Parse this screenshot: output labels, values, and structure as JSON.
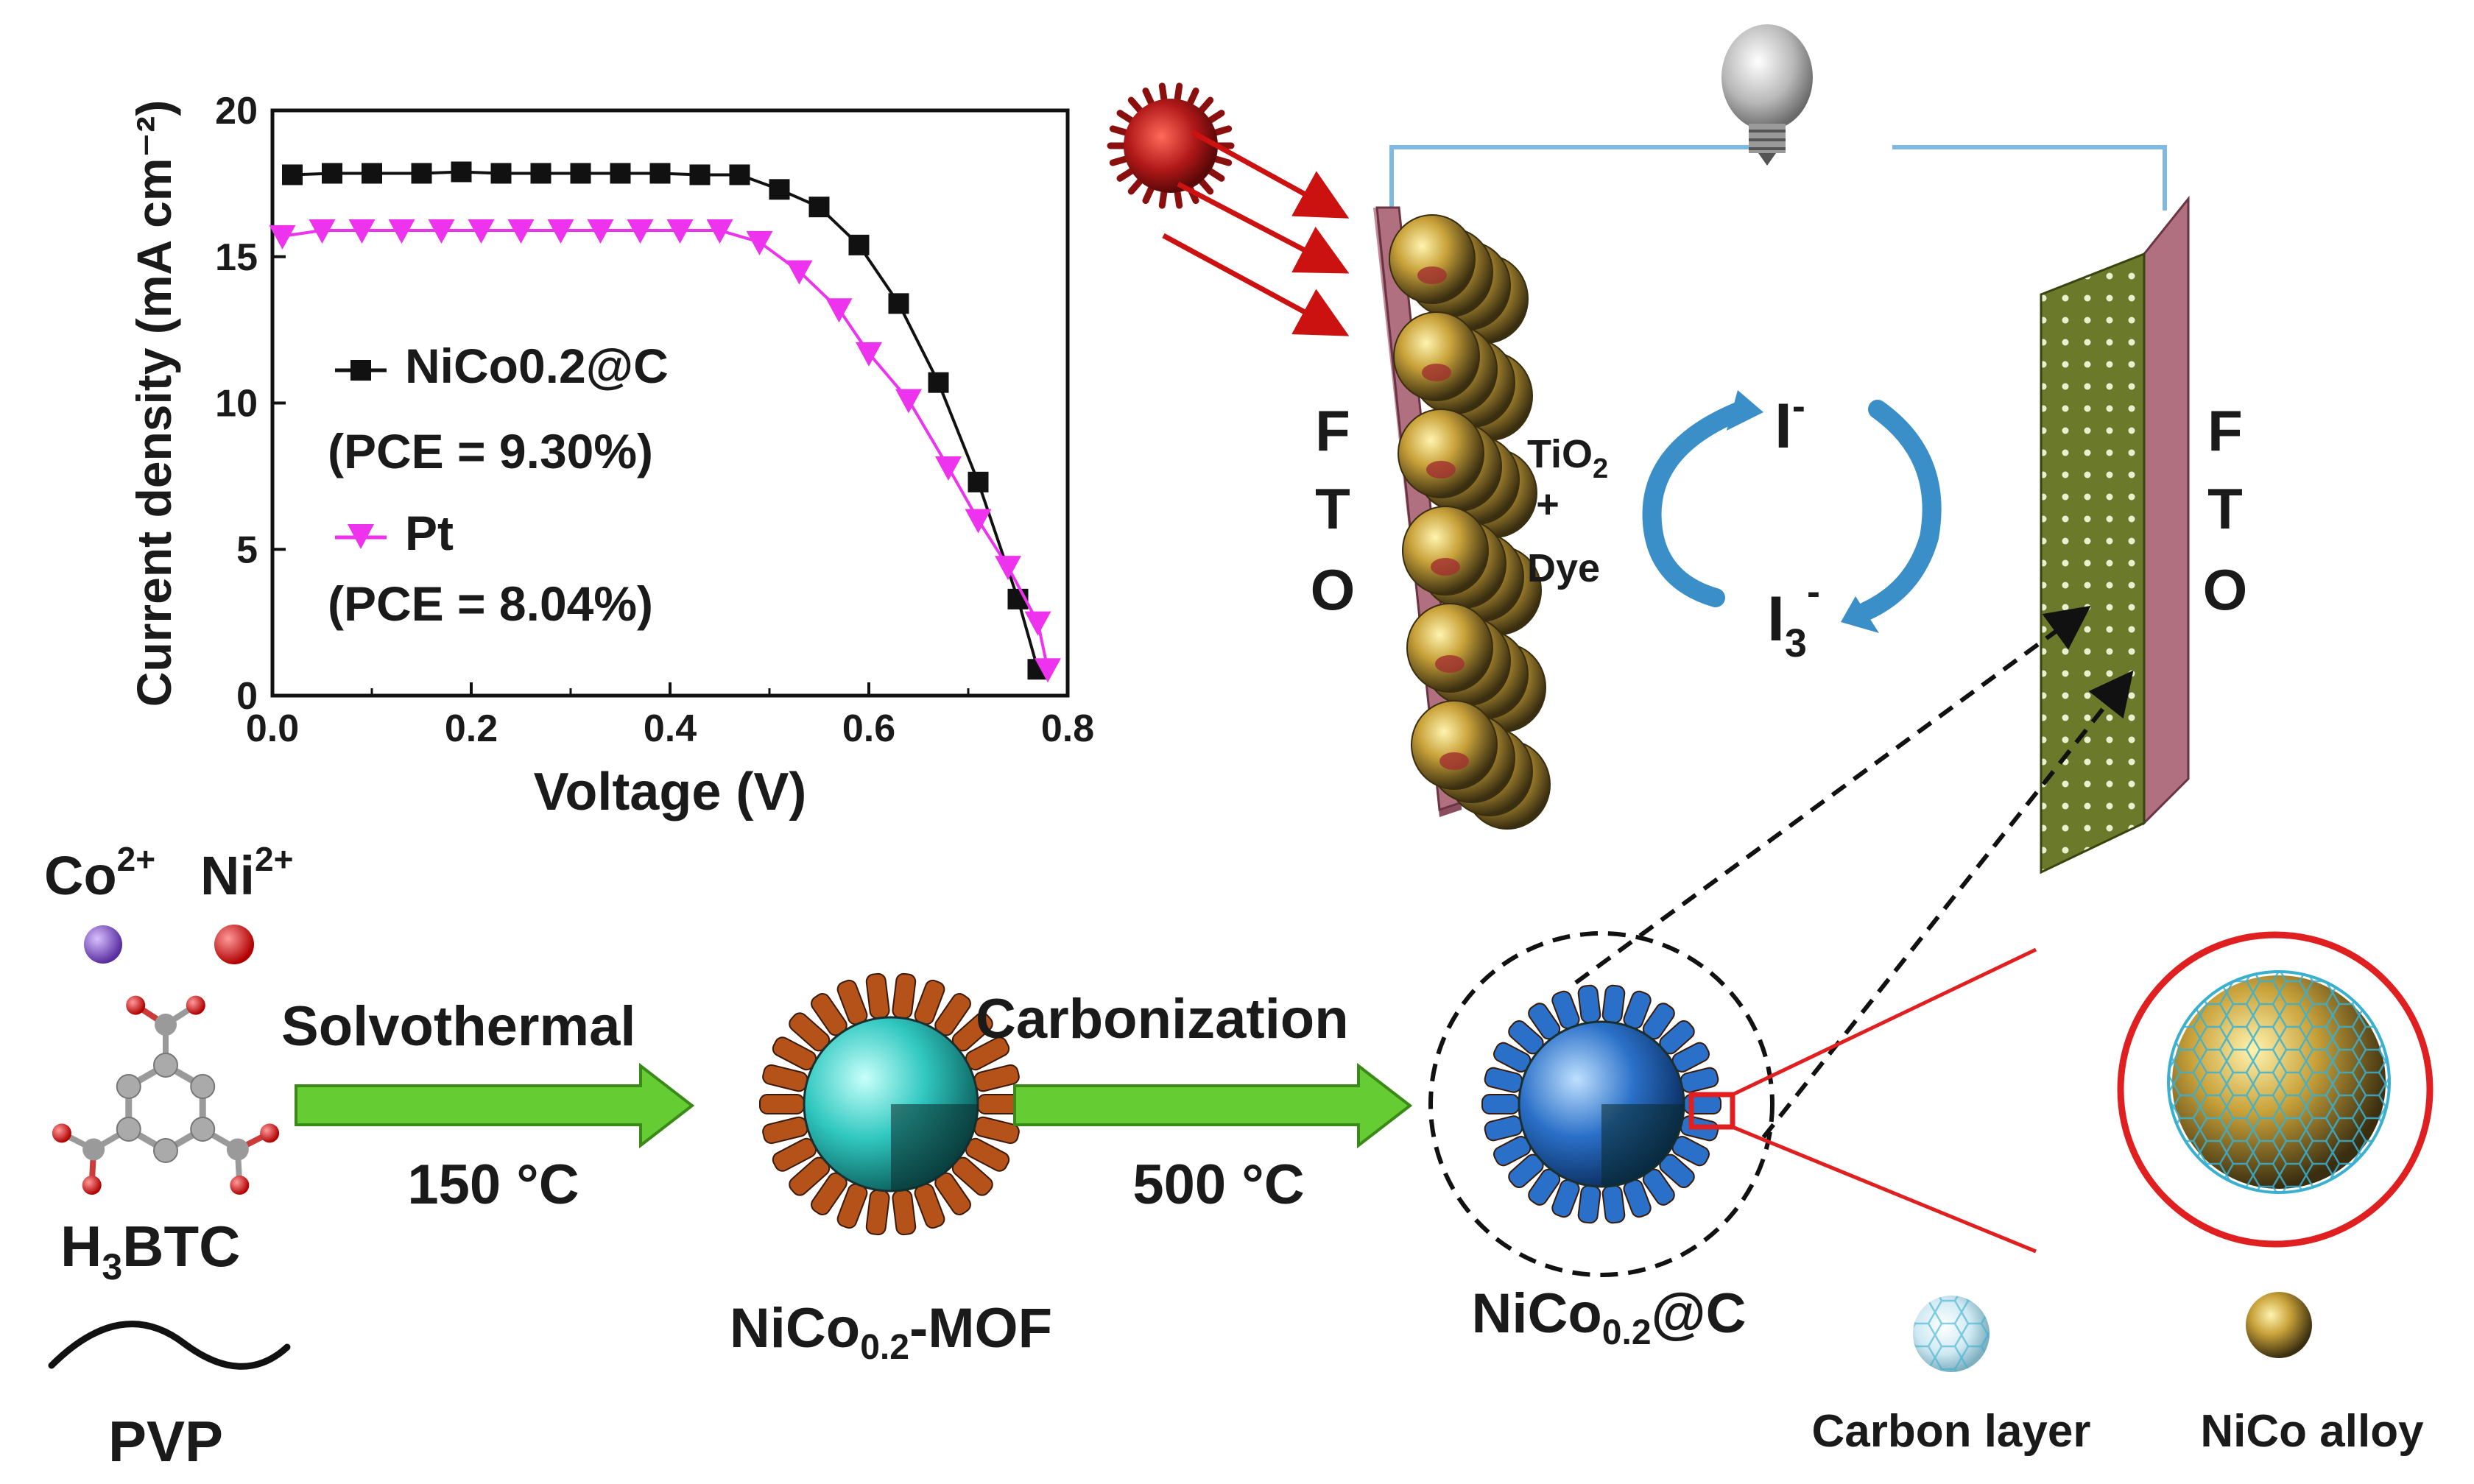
{
  "chart_data": {
    "type": "scatter",
    "xlabel": "Voltage (V)",
    "ylabel": "Current density (mA cm⁻²)",
    "xlim": [
      0.0,
      0.8
    ],
    "ylim": [
      0,
      20
    ],
    "x_ticks": [
      "0.0",
      "0.2",
      "0.4",
      "0.6",
      "0.8"
    ],
    "y_ticks": [
      "0",
      "5",
      "10",
      "15",
      "20"
    ],
    "legend_position": "left",
    "series": [
      {
        "name": "NiCo0.2@C",
        "note": "(PCE = 9.30%)",
        "marker": "square",
        "color": "#111111",
        "points": [
          [
            0.02,
            17.8
          ],
          [
            0.06,
            17.85
          ],
          [
            0.1,
            17.85
          ],
          [
            0.15,
            17.85
          ],
          [
            0.19,
            17.9
          ],
          [
            0.23,
            17.85
          ],
          [
            0.27,
            17.85
          ],
          [
            0.31,
            17.85
          ],
          [
            0.35,
            17.85
          ],
          [
            0.39,
            17.85
          ],
          [
            0.43,
            17.8
          ],
          [
            0.47,
            17.8
          ],
          [
            0.51,
            17.3
          ],
          [
            0.55,
            16.7
          ],
          [
            0.59,
            15.4
          ],
          [
            0.63,
            13.4
          ],
          [
            0.67,
            10.7
          ],
          [
            0.71,
            7.3
          ],
          [
            0.75,
            3.3
          ],
          [
            0.77,
            0.9
          ]
        ]
      },
      {
        "name": "Pt",
        "note": "(PCE = 8.04%)",
        "marker": "triangle-down",
        "color": "#ee33ee",
        "points": [
          [
            0.01,
            15.7
          ],
          [
            0.05,
            15.9
          ],
          [
            0.09,
            15.9
          ],
          [
            0.13,
            15.9
          ],
          [
            0.17,
            15.9
          ],
          [
            0.21,
            15.9
          ],
          [
            0.25,
            15.9
          ],
          [
            0.29,
            15.9
          ],
          [
            0.33,
            15.9
          ],
          [
            0.37,
            15.9
          ],
          [
            0.41,
            15.9
          ],
          [
            0.45,
            15.9
          ],
          [
            0.49,
            15.5
          ],
          [
            0.53,
            14.5
          ],
          [
            0.57,
            13.2
          ],
          [
            0.6,
            11.7
          ],
          [
            0.64,
            10.1
          ],
          [
            0.68,
            7.8
          ],
          [
            0.71,
            6.0
          ],
          [
            0.74,
            4.4
          ],
          [
            0.77,
            2.5
          ],
          [
            0.78,
            0.9
          ]
        ]
      }
    ]
  },
  "cell": {
    "left_electrode": [
      "F",
      "T",
      "O"
    ],
    "right_electrode": [
      "F",
      "T",
      "O"
    ],
    "photoanode": {
      "line1": "TiO",
      "line1_sub": "2",
      "line2": "+",
      "line3": "Dye"
    },
    "iodide": {
      "base": "I",
      "sup": "-"
    },
    "triiodide": {
      "base": "I",
      "sub": "3",
      "sup": "-"
    },
    "colors": {
      "fto_glass": "#b07080",
      "counter_electrode": "#6b7a2a",
      "wire": "#7fb8e0",
      "cycle_arrow": "#3a8fc8",
      "light_arrow": "#cc1111"
    }
  },
  "synthesis": {
    "co_ion": {
      "base": "Co",
      "sup": "2+"
    },
    "ni_ion": {
      "base": "Ni",
      "sup": "2+"
    },
    "linker": {
      "pre": "H",
      "sub": "3",
      "post": "BTC"
    },
    "polymer": "PVP",
    "step1": {
      "method": "Solvothermal",
      "temp": "150 °C"
    },
    "step2": {
      "method": "Carbonization",
      "temp": "500 °C"
    },
    "mof": {
      "pre": "NiCo",
      "sub": "0.2",
      "post": "-MOF"
    },
    "product": {
      "pre": "NiCo",
      "sub": "0.2",
      "post": "@C"
    },
    "legend_carbon": "Carbon layer",
    "legend_alloy": "NiCo alloy",
    "colors": {
      "co": "#7a4fc0",
      "ni": "#e01010",
      "mof_core": "#30c8c0",
      "mof_spikes": "#b5521a",
      "product": "#2a70c8",
      "arrow": "#66cc33",
      "zoom_ring": "#e02020"
    }
  }
}
